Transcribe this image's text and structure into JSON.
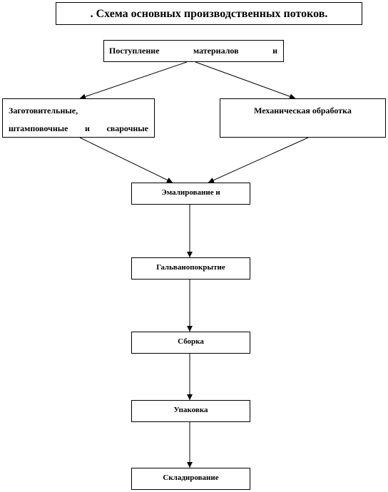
{
  "title": ". Схема основных производственных потоков.",
  "nodes": {
    "intake": "Поступление материалов и",
    "prep_line1": "Заготовительные,",
    "prep_line2": "штамповочные и сварочные",
    "machining": "Механическая обработка",
    "enameling": "Эмалирование и",
    "electroplating": "Гальванопокрытие",
    "assembly": "Сборка",
    "packing": "Упаковка",
    "warehousing": "Складирование"
  }
}
